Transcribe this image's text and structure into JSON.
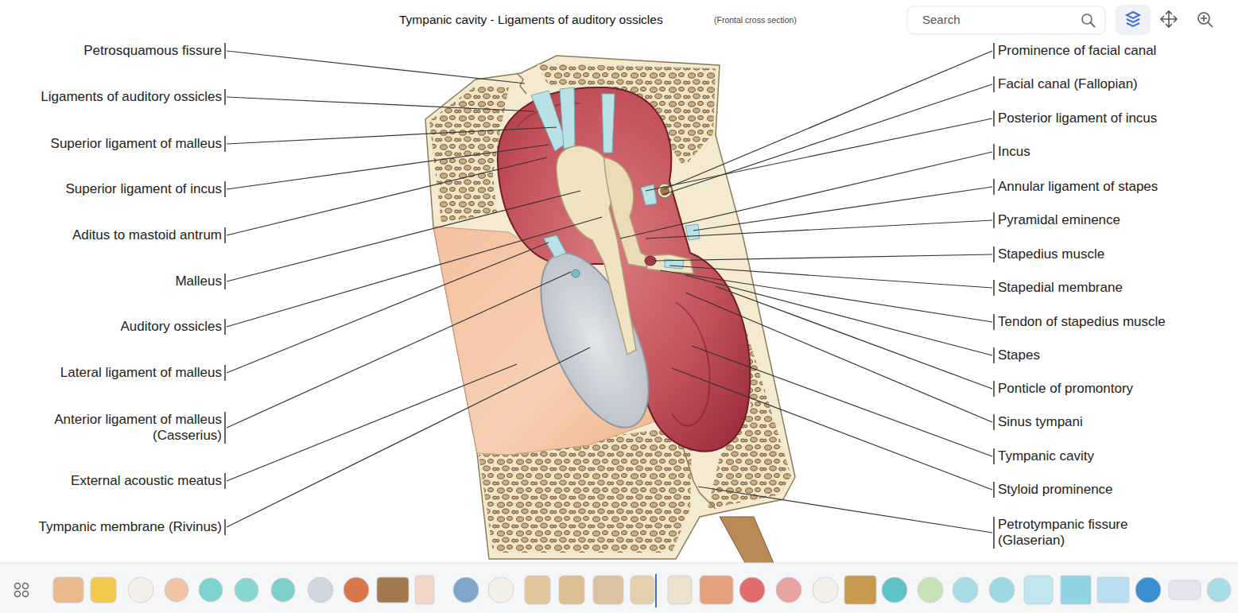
{
  "diagram": {
    "title": "Tympanic cavity - Ligaments of auditory ossicles",
    "labels": [
      "(Frontal cross section)",
      "Search",
      "Petrosquamous fissure",
      "Ligaments of auditory ossicles",
      "Superior ligament of malleus",
      "Superior ligament of incus",
      "Aditus to mastoid antrum",
      "Malleus",
      "Auditory ossicles",
      "Lateral ligament of malleus",
      "Anterior ligament of malleus (Casserius)",
      "External acoustic meatus",
      "Tympanic membrane (Rivinus)",
      "Prominence of facial canal",
      "Facial canal (Fallopian)",
      "Posterior ligament of incus",
      "Incus",
      "Annular ligament of stapes",
      "Pyramidal eminence",
      "Stapedius muscle",
      "Stapedial membrane",
      "Tendon of stapedius muscle",
      "Stapes",
      "Ponticle of promontory",
      "Sinus tympani",
      "Tympanic cavity",
      "Styloid prominence",
      "Petrotympanic fissure (Glaserian)"
    ]
  }
}
